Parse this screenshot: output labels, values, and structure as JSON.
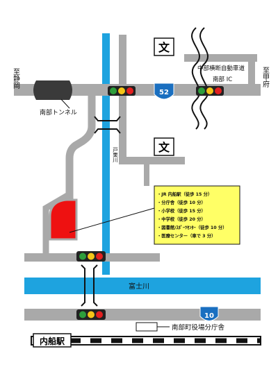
{
  "labels": {
    "to_shizuoka": "至静岡",
    "to_kofu": "至甲府",
    "tunnel": "南部トンネル",
    "expressway": "中部横断自動車道",
    "interchange": "南部 IC",
    "river_vertical": "戸栗川",
    "river_fuji": "富士川",
    "school_1": "文",
    "school_2": "文",
    "route_52": "52",
    "route_10": "10",
    "station": "内船駅",
    "branch_office": "南部町役場分庁舎"
  },
  "info_box": {
    "items": [
      "・JR 内船駅（徒歩 15 分）",
      "・分庁舎（徒歩 10 分）",
      "・小学校（徒歩 15 分）",
      "・中学校（徒歩 20 分）",
      "・図書館/ｽﾎﾟｰﾂｾﾝﾀｰ（徒歩 10 分）",
      "・医療センター（車で 3 分）"
    ]
  },
  "icons": [
    "traffic-light-icon",
    "route-shield-icon",
    "school-icon",
    "railway-icon",
    "bridge-icon",
    "tunnel-icon"
  ],
  "colors": {
    "road": "#a9a9a9",
    "river": "#1ea3df",
    "info_box": "#ffff66",
    "facility": "#ee1111",
    "route_shield": "#1a6fc0",
    "light_green": "#2e9e3c",
    "light_yellow": "#f5c518",
    "light_red": "#e32020"
  }
}
